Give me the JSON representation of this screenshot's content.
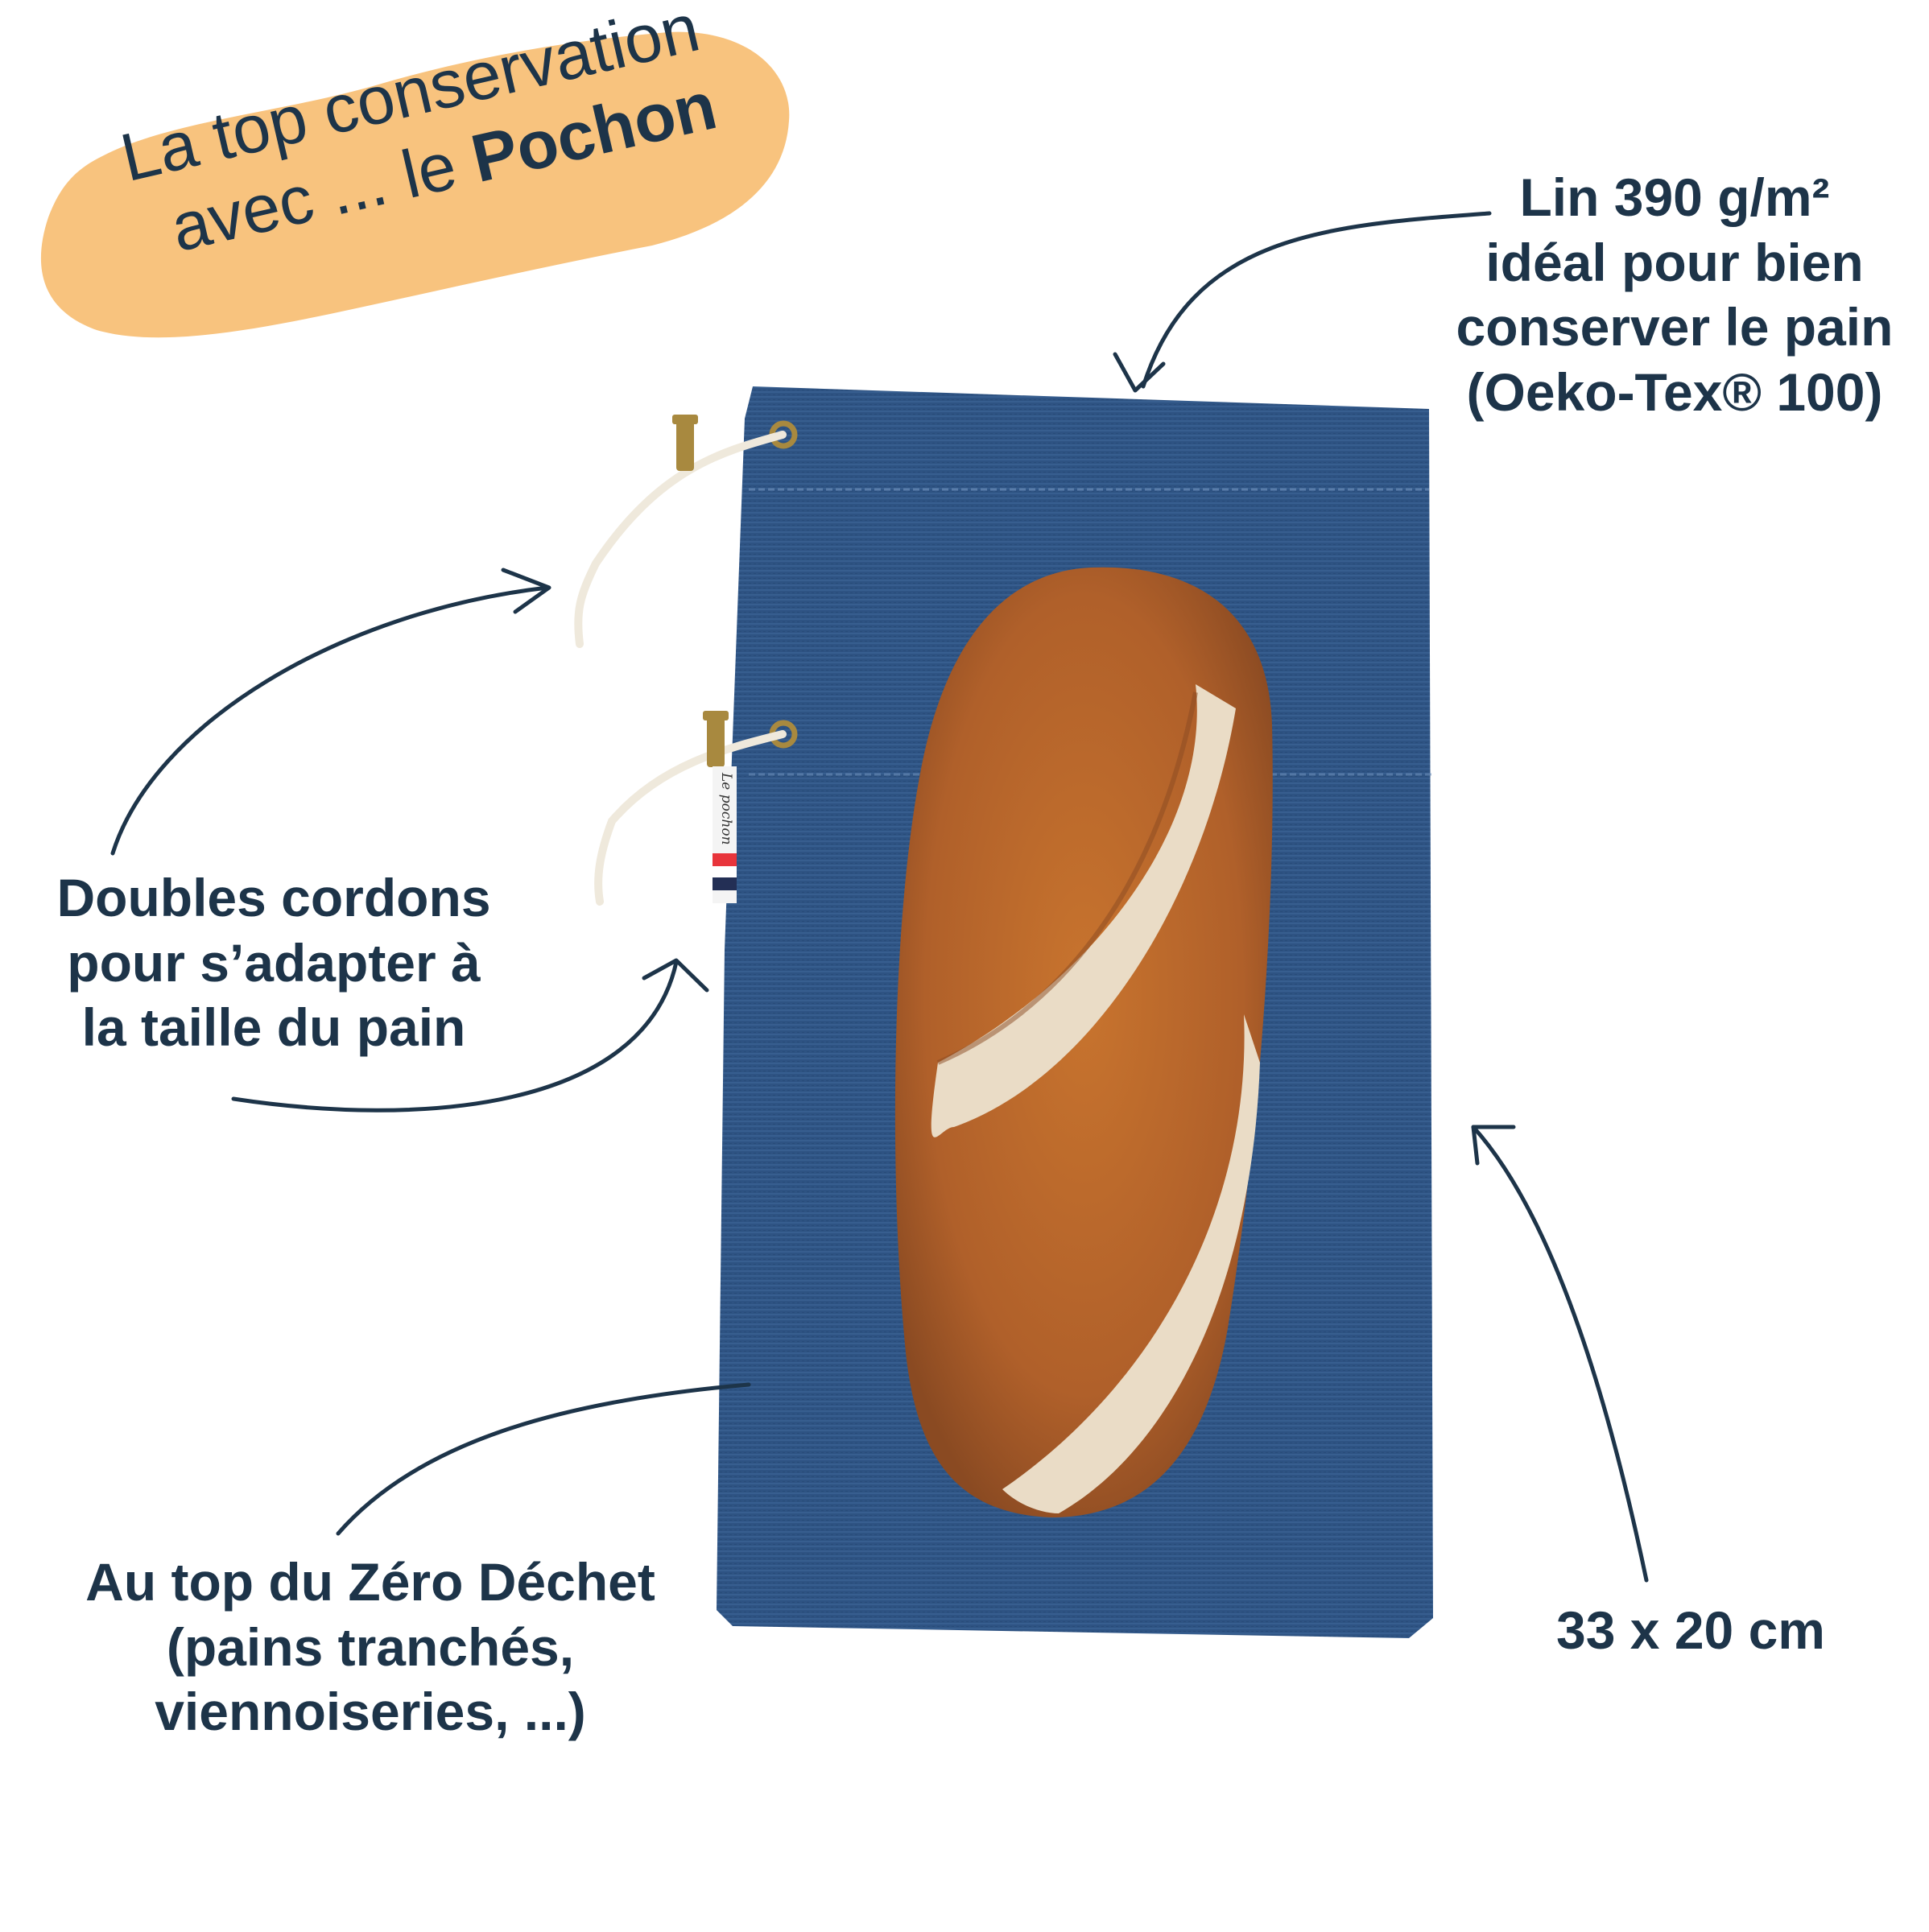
{
  "badge": {
    "line1": "La top conservation",
    "line2_prefix": "avec ... le ",
    "line2_bold": "Pochon",
    "color": "#f8c37e"
  },
  "callouts": {
    "linen": {
      "lines": [
        "Lin 390 g/m²",
        "idéal pour bien",
        "conserver le pain",
        "(Oeko-Tex® 100)"
      ]
    },
    "cords": {
      "lines": [
        "Doubles cordons",
        "pour s’adapter à",
        "la taille du pain"
      ]
    },
    "zero_waste": {
      "lines": [
        "Au top du Zéro Déchet",
        "(pains tranchés,",
        "viennoiseries, ...)"
      ]
    },
    "size": {
      "lines": [
        "33 x 20 cm"
      ]
    }
  },
  "product": {
    "tag_text": "Le pochon",
    "bag_color": "#2e5383",
    "text_color": "#1d3449",
    "icons": [
      "bread-loaf",
      "linen-bag",
      "drawstring-cord",
      "brand-tag",
      "arrow"
    ]
  }
}
